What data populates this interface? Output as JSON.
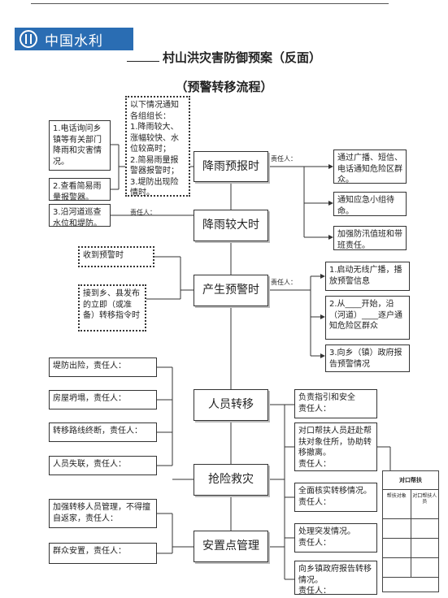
{
  "header": {
    "logo_text": "中国水利"
  },
  "title": "村山洪灾害防御预案（反面）",
  "subtitle": "（预警转移流程）",
  "nodes": {
    "rain_forecast": "降雨预报时",
    "heavy_rain": "降雨较大时",
    "warning": "产生预警时",
    "transfer": "人员转移",
    "rescue": "抢险救灾",
    "shelter": "安置点管理"
  },
  "left_boxes": {
    "phone_ask": "1.电话询问乡镇等有关部门降雨和灾害情况。",
    "check_alarm": "2.查看简易雨量报警器。",
    "patrol": "3.沿河道巡查水位和堤防。",
    "notify_conditions": "以下情况通知各组组长：\n1.降雨较大、涨幅较快、水位较高时；\n2.简易雨量报警器报警时；\n3.堤防出现险情时。",
    "receive_warning": "收到预警时",
    "receive_order": "接到乡、县发布的立即（或准备）转移指令时",
    "dyke_danger": "堤防出险，责任人：",
    "house_collapse": "房屋坍塌，责任人：",
    "road_cut": "转移路线终断，责任人：",
    "missing": "人员失联，责任人：",
    "strengthen": "加强转移人员管理，不得擅自返家，责任人：",
    "resettle": "群众安置，责任人："
  },
  "right_boxes": {
    "broadcast": "通过广播、短信、电话通知危险区群众。",
    "notify_team": "通知应急小组待命。",
    "duty": "加强防汛值班和带班责任。",
    "alarm_on": "1.启动无线广播，播放预警信息",
    "door_notify": "2.从____开始，沿（河道）____逐户通知危险区群众",
    "report_gov": "3.向乡（镇）政府报告预警情况",
    "guide_safety": "负责指引和安全\n责任人：",
    "help_pair": "对口帮扶人员赶赴帮扶对象住所，协助转移撤离。\n责任人：",
    "verify": "全面核实转移情况。\n责任人：",
    "emergency": "处理突发情况。\n责任人：",
    "report_transfer": "向乡镇政府报告转移情况。\n责任人："
  },
  "responsible_label": "责任人：",
  "table": {
    "title": "对口帮扶",
    "col1": "帮扶对象",
    "col2": "对口帮扶人员"
  }
}
